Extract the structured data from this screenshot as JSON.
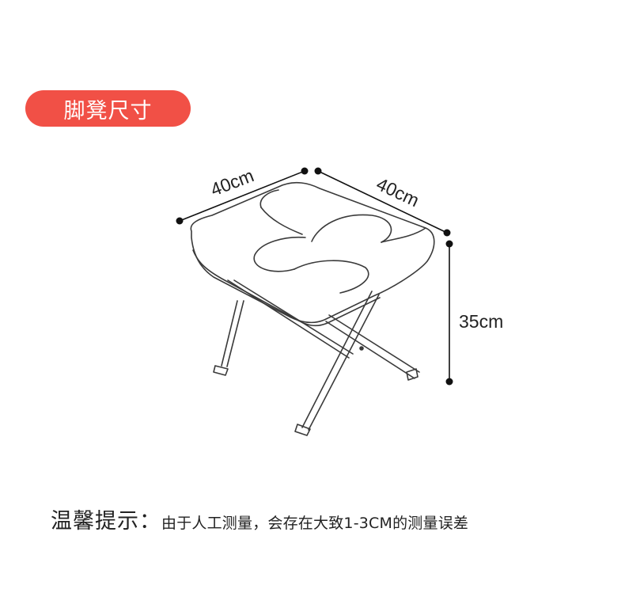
{
  "header": {
    "title": "脚凳尺寸",
    "accent_color": "#f15046"
  },
  "dimensions": {
    "width_label": "40cm",
    "depth_label": "40cm",
    "height_label": "35cm"
  },
  "note": {
    "label": "温馨提示：",
    "text": "由于人工测量，会存在大致1-3CM的测量误差"
  }
}
